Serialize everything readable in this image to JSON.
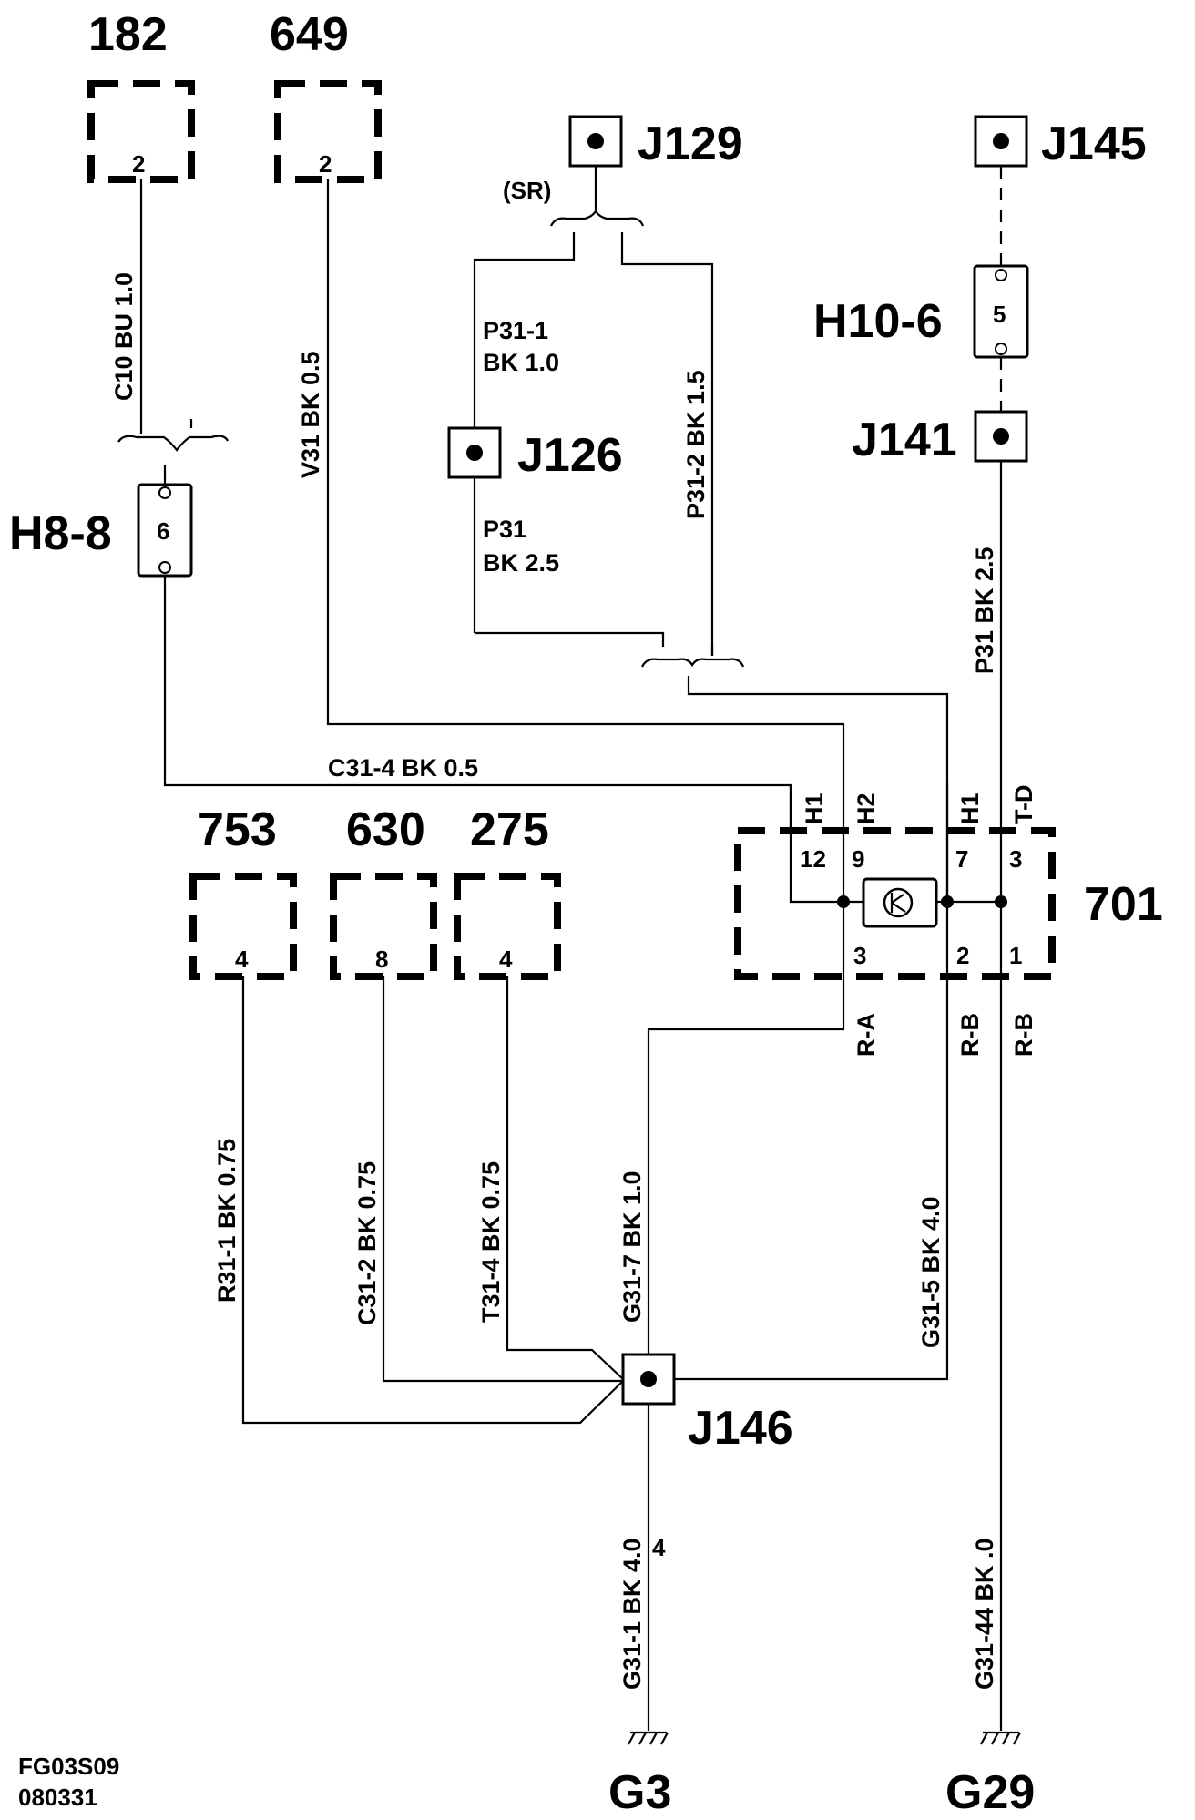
{
  "components": {
    "c182": {
      "id": "182",
      "pin": "2"
    },
    "c649": {
      "id": "649",
      "pin": "2"
    },
    "c753": {
      "id": "753",
      "pin": "4"
    },
    "c630": {
      "id": "630",
      "pin": "8"
    },
    "c275": {
      "id": "275",
      "pin": "4"
    },
    "c701": {
      "id": "701",
      "pins": [
        "12",
        "9",
        "7",
        "3",
        "3",
        "2",
        "1"
      ],
      "top_labels": [
        "H1",
        "H2",
        "H1",
        "T-D"
      ],
      "bottom_labels": [
        "R-A",
        "R-B",
        "R-B"
      ]
    }
  },
  "junctions": {
    "j129": "J129",
    "j145": "J145",
    "j126": "J126",
    "j141": "J141",
    "j146": "J146"
  },
  "connectors": {
    "h8": {
      "id": "H8-8",
      "pin": "6"
    },
    "h10": {
      "id": "H10-6",
      "pin": "5"
    }
  },
  "wires": {
    "c10": "C10  BU  1.0",
    "v31": "V31  BK  0.5",
    "p31_1a": "P31-1",
    "p31_1b": "BK 1.0",
    "p31_2": "P31-2  BK    1.5",
    "p31a": "P31",
    "p31b": "BK 2.5",
    "p31_right": "P31  BK  2.5",
    "c31_4": "C31-4  BK  0.5",
    "r31_1": "R31-1  BK  0.75",
    "c31_2": "C31-2    BK    0.75",
    "t31_4": "T31-4    BK  0.75",
    "g31_7": "G31-7    BK    1.0",
    "g31_5": "G31-5      BK    4.0",
    "g31_1": "G31-1     BK   4.0",
    "g31_44": "G31-44    BK    .0",
    "g31_1_pin": "4",
    "sr": "(SR)"
  },
  "grounds": {
    "g3": "G3",
    "g29": "G29"
  },
  "footer": {
    "code": "FG03S09",
    "date": "080331"
  }
}
